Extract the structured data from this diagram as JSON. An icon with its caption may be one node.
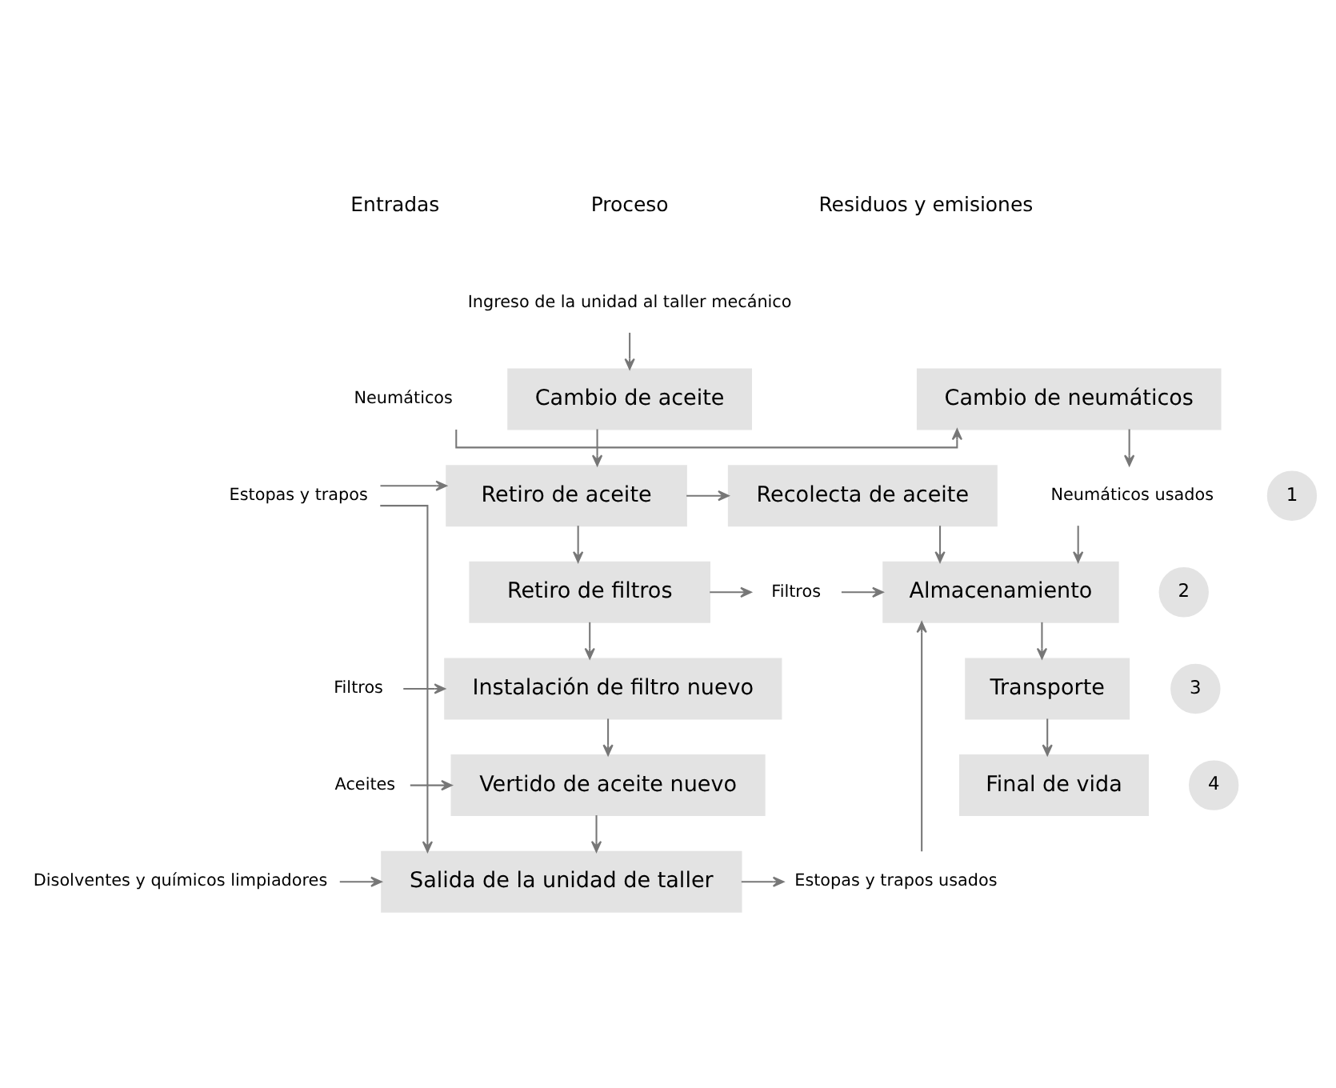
{
  "diagram": {
    "nodes": [
      {
        "text": [
          "Ingreso de la unidad al taller mecánico"
        ]
      },
      {
        "text": [
          "Neumáticos"
        ]
      },
      {
        "text": [
          "Cambio de neumáticos"
        ]
      },
      {
        "text": [
          "Cambio de aceite"
        ]
      },
      {
        "text": [
          "Neumáticos usados"
        ]
      },
      {
        "text": [
          "1"
        ]
      },
      {
        "text": [
          "Estopas y trapos"
        ]
      },
      {
        "text": [
          "Retiro de aceite"
        ]
      },
      {
        "text": [
          "Recolecta de aceite"
        ]
      },
      {
        "text": [
          "Retiro de filtros"
        ]
      },
      {
        "text": [
          "Filtros"
        ]
      },
      {
        "text": [
          "Almacenamiento"
        ]
      },
      {
        "text": [
          "2"
        ]
      },
      {
        "text": [
          "Transporte"
        ]
      },
      {
        "text": [
          "3"
        ]
      },
      {
        "text": [
          "Final de vida"
        ]
      },
      {
        "text": [
          "4"
        ]
      },
      {
        "text": [
          "Filtros"
        ]
      },
      {
        "text": [
          "Instalación de filtro nuevo"
        ]
      },
      {
        "text": [
          "Aceites"
        ]
      },
      {
        "text": [
          "Vertido de aceite nuevo"
        ]
      },
      {
        "text": [
          "Disolventes y químicos limpiadores"
        ]
      },
      {
        "text": [
          "Salida de la unidad de taller"
        ]
      },
      {
        "text": [
          "Estopas y trapos usados"
        ]
      }
    ],
    "edges": [
      {
        "from": 0,
        "to": 3,
        "arrow": "to"
      },
      {
        "from": 1,
        "to": 2,
        "arrow": "to"
      },
      {
        "from": 2,
        "to": 4,
        "arrow": "to"
      },
      {
        "from": 3,
        "to": 7,
        "arrow": "to"
      },
      {
        "from": 6,
        "to": 7,
        "arrow": "to"
      },
      {
        "from": 6,
        "to": 22,
        "arrow": "to"
      },
      {
        "from": 7,
        "to": 8,
        "arrow": "to"
      },
      {
        "from": 7,
        "to": 9,
        "arrow": "to"
      },
      {
        "from": 9,
        "to": 10,
        "arrow": "to"
      },
      {
        "from": 10,
        "to": 11,
        "arrow": "to"
      },
      {
        "from": 4,
        "to": 11,
        "arrow": "to"
      },
      {
        "from": 8,
        "to": 11,
        "arrow": "to"
      },
      {
        "from": 23,
        "to": 11,
        "arrow": "to"
      },
      {
        "from": 11,
        "to": 13,
        "arrow": "to"
      },
      {
        "from": 13,
        "to": 15,
        "arrow": "to"
      },
      {
        "from": 9,
        "to": 18,
        "arrow": "to"
      },
      {
        "from": 17,
        "to": 18,
        "arrow": "to"
      },
      {
        "from": 18,
        "to": 20,
        "arrow": "to"
      },
      {
        "from": 19,
        "to": 20,
        "arrow": "to"
      },
      {
        "from": 20,
        "to": 22,
        "arrow": "to"
      },
      {
        "from": 21,
        "to": 22,
        "arrow": "to"
      },
      {
        "from": 22,
        "to": 23,
        "arrow": "to"
      }
    ],
    "labels": [
      "Entradas",
      "Proceso",
      "Residuos y emisiones"
    ]
  }
}
